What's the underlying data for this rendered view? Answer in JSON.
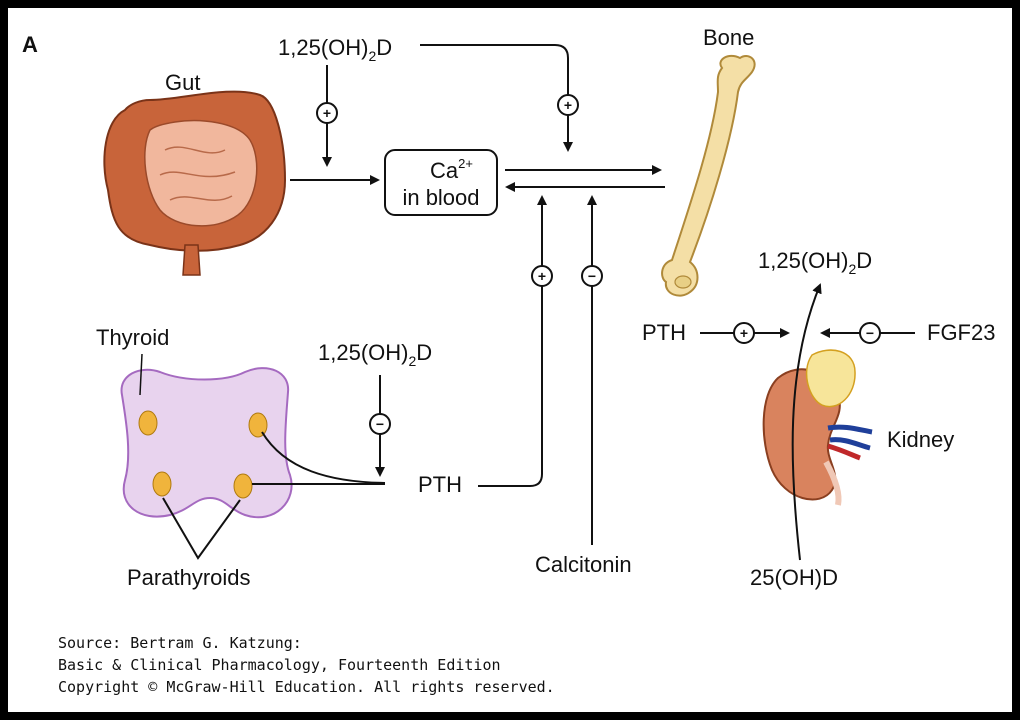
{
  "panel_label": "A",
  "labels": {
    "gut": "Gut",
    "bone": "Bone",
    "thyroid": "Thyroid",
    "parathyroids": "Parathyroids",
    "kidney": "Kidney",
    "ca_line1": "Ca",
    "ca_sup": "2+",
    "ca_line2": "in blood",
    "pth_left": "PTH",
    "pth_right": "PTH",
    "calcitonin": "Calcitonin",
    "fgf23": "FGF23",
    "vitd_25": "25(OH)D"
  },
  "calcitriol": {
    "prefix": "1,25(OH)",
    "sub": "2",
    "suffix": "D"
  },
  "signs": {
    "plus": "+",
    "minus": "−"
  },
  "source": {
    "line1": "Source: Bertram G. Katzung:",
    "line2": "Basic & Clinical Pharmacology, Fourteenth Edition",
    "line3": "Copyright © McGraw-Hill Education. All rights reserved."
  },
  "colors": {
    "gut_outer": "#c8643a",
    "gut_inner": "#f1b79d",
    "bone": "#f4dfa6",
    "thyroid": "#e8d3ee",
    "thyroid_edge": "#a56ac0",
    "parathyroid": "#f0b43c",
    "kidney": "#d9835e",
    "adrenal": "#f7e59a"
  }
}
